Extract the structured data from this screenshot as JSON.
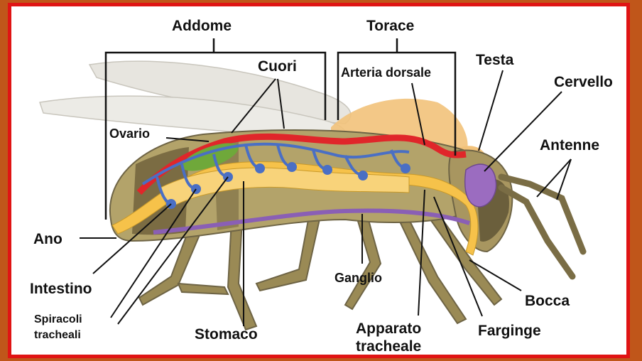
{
  "labels": {
    "addome": "Addome",
    "torace": "Torace",
    "testa": "Testa",
    "cuori": "Cuori",
    "arteria_dorsale": "Arteria dorsale",
    "cervello": "Cervello",
    "ovario": "Ovario",
    "antenne": "Antenne",
    "ano": "Ano",
    "intestino": "Intestino",
    "spiracoli_line1": "Spiracoli",
    "spiracoli_line2": "tracheali",
    "stomaco": "Stomaco",
    "ganglio": "Ganglio",
    "apparato_line1": "Apparato",
    "apparato_line2": "tracheale",
    "bocca": "Bocca",
    "farginge": "Farginge"
  },
  "colors": {
    "frame_border": "#e01414",
    "outer_background": "#c0561a",
    "dorsal_vessel": "#e0262a",
    "tracheal_system": "#4a6fc4",
    "gut": "#f6c24a",
    "nerve_cord": "#8a5fb5",
    "brain": "#9b6cc0",
    "ovary": "#6fa83a",
    "body": "#b3a36a",
    "hair": "#f2c27a",
    "wings": "#e7e5df"
  }
}
